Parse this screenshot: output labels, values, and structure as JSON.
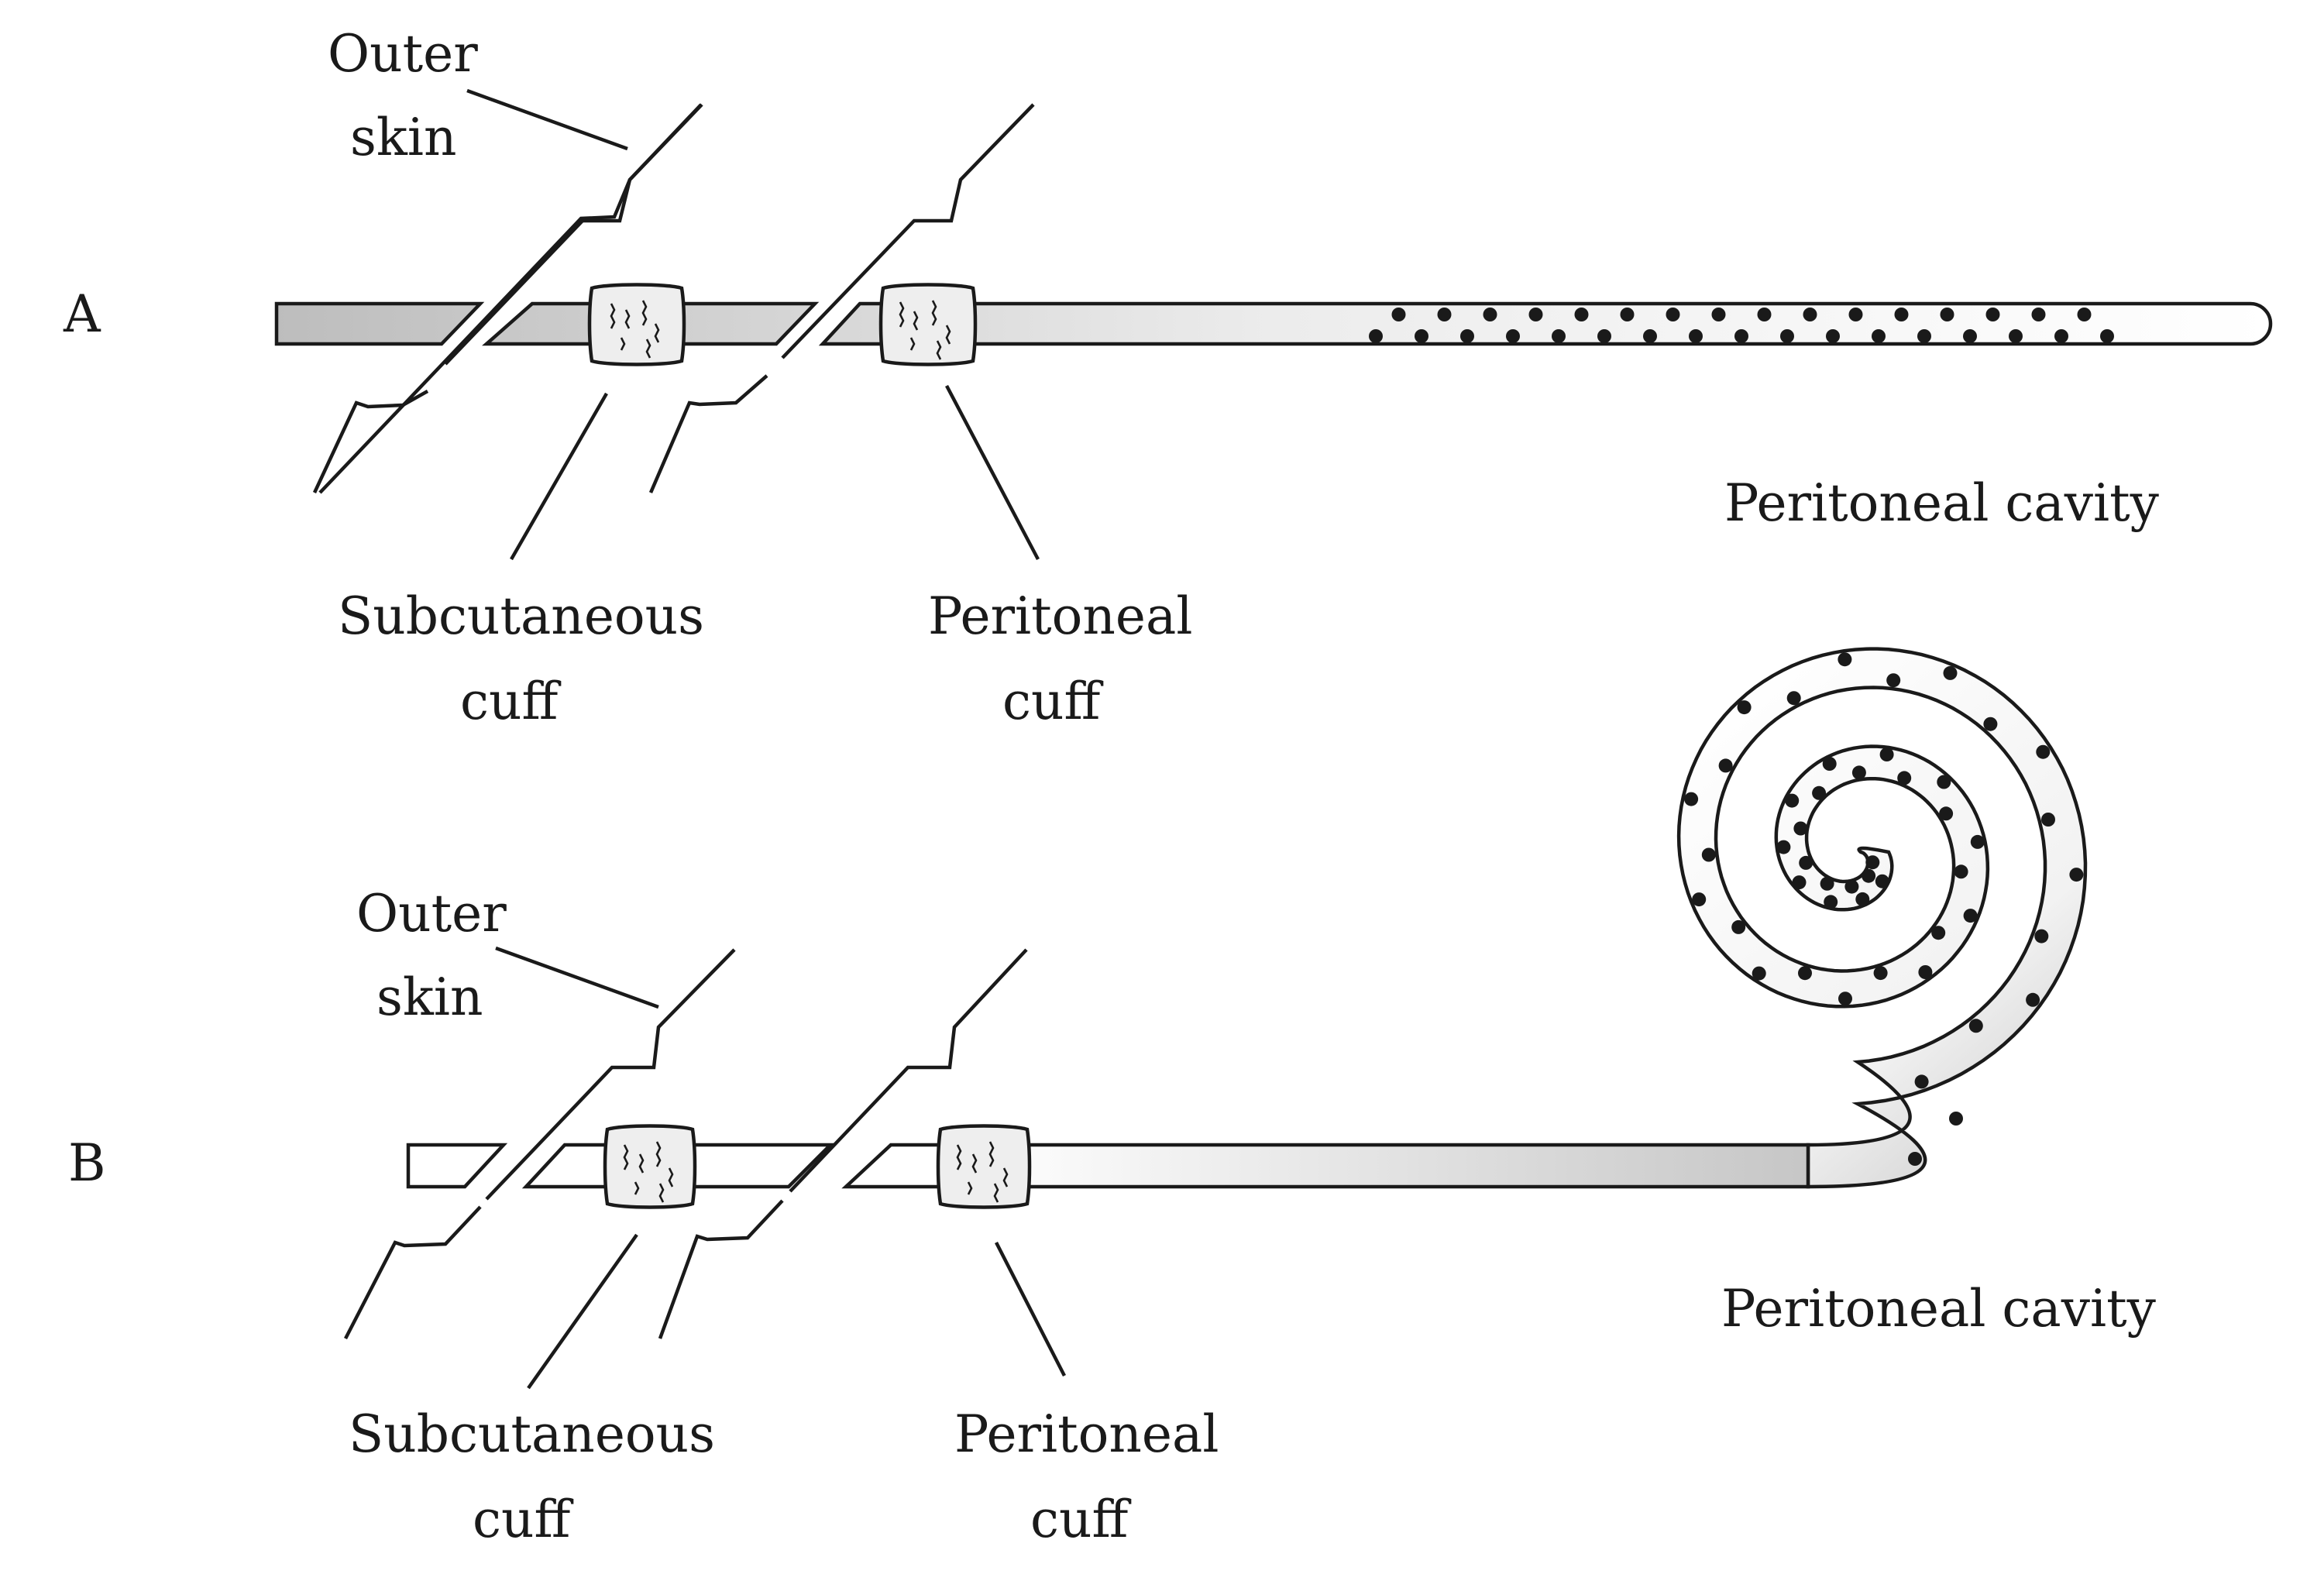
{
  "panel_a": {
    "letter": "A",
    "outer_skin": [
      "Outer",
      "skin"
    ],
    "subcutaneous_cuff": [
      "Subcutaneous",
      "cuff"
    ],
    "peritoneal_cuff": [
      "Peritoneal",
      "cuff"
    ],
    "cavity": "Peritoneal cavity"
  },
  "panel_b": {
    "letter": "B",
    "outer_skin": [
      "Outer",
      "skin"
    ],
    "subcutaneous_cuff": [
      "Subcutaneous",
      "cuff"
    ],
    "peritoneal_cuff": [
      "Peritoneal",
      "cuff"
    ],
    "cavity": "Peritoneal cavity"
  },
  "colors": {
    "line": "#1a1a1a",
    "tube_fill": "#c4c4c4",
    "tube_light": "#ffffff"
  }
}
